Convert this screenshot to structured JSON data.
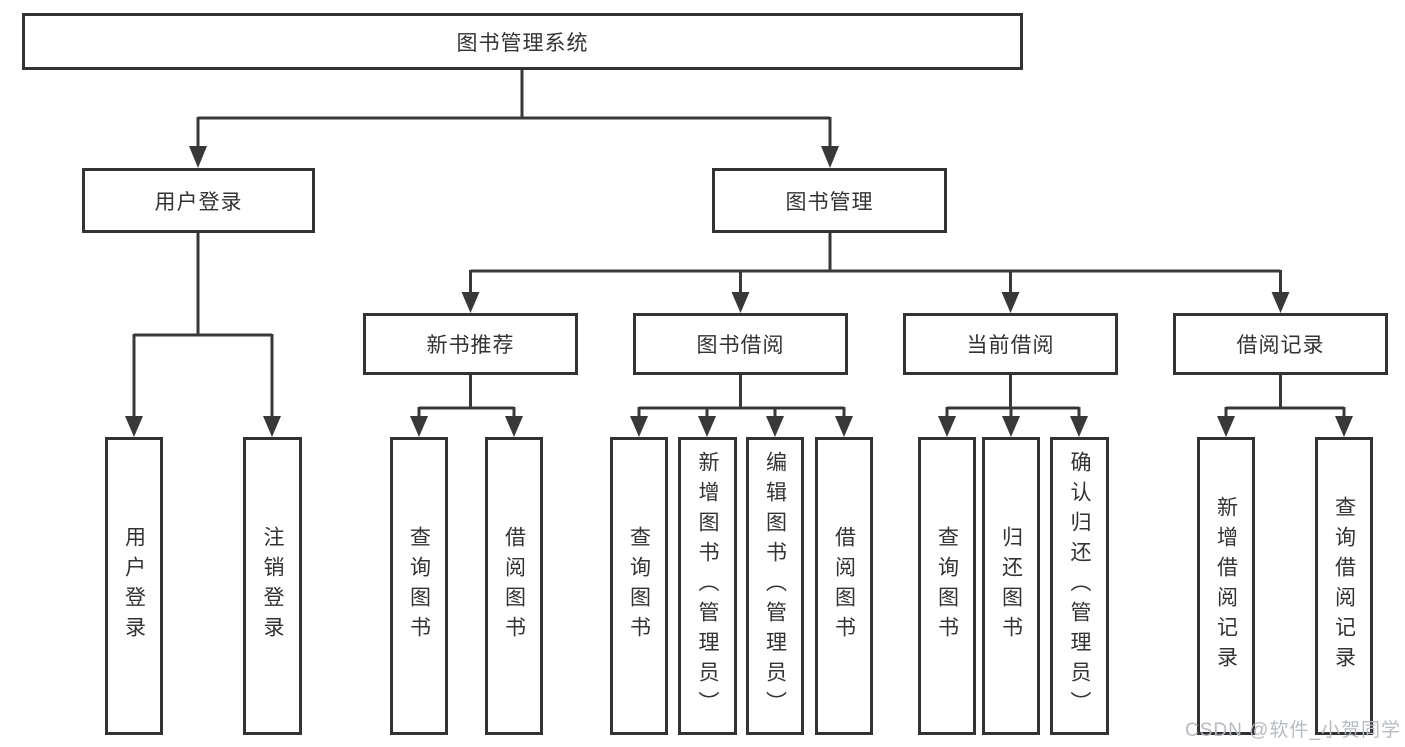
{
  "diagram": {
    "type": "function-structure-tree",
    "tree": {
      "root": {
        "label": "图书管理系统"
      },
      "level2": [
        {
          "label": "用户登录"
        },
        {
          "label": "图书管理"
        }
      ],
      "level3": [
        {
          "label": "新书推荐"
        },
        {
          "label": "图书借阅"
        },
        {
          "label": "当前借阅"
        },
        {
          "label": "借阅记录"
        }
      ],
      "leaves": {
        "userLogin": [
          {
            "label": "用户登录"
          },
          {
            "label": "注销登录"
          }
        ],
        "newBooks": [
          {
            "label": "查询图书"
          },
          {
            "label": "借阅图书"
          }
        ],
        "bookBorrow": [
          {
            "label": "查询图书"
          },
          {
            "label": "新增图书（管理员）"
          },
          {
            "label": "编辑图书（管理员）"
          },
          {
            "label": "借阅图书"
          }
        ],
        "currentBorrow": [
          {
            "label": "查询图书"
          },
          {
            "label": "归还图书"
          },
          {
            "label": "确认归还（管理员）"
          }
        ],
        "borrowRecords": [
          {
            "label": "新增借阅记录"
          },
          {
            "label": "查询借阅记录"
          }
        ]
      }
    },
    "colors": {
      "line": "#383838",
      "box_border": "#333333",
      "text": "#333333",
      "background": "#ffffff",
      "watermark": "#b7bbc2"
    }
  },
  "watermark": {
    "text": "CSDN @软件_小贺同学"
  }
}
